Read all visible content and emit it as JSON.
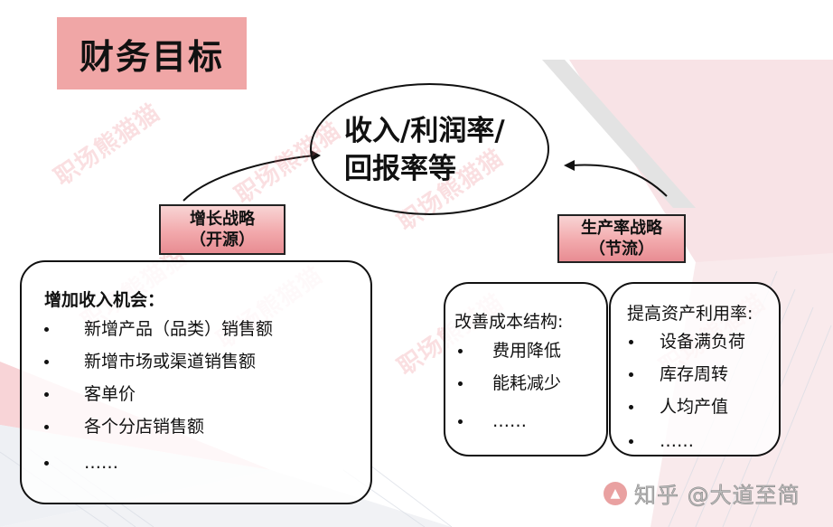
{
  "title": "财务目标",
  "goal": {
    "line1": "收入/利润率/",
    "line2": "回报率等"
  },
  "strategies": {
    "growth": {
      "line1": "增长战略",
      "line2": "（开源）"
    },
    "productivity": {
      "line1": "生产率战略",
      "line2": "（节流）"
    }
  },
  "cards": {
    "revenue": {
      "heading": "增加收入机会：",
      "items": [
        "新增产品（品类）销售额",
        "新增市场或渠道销售额",
        "客单价",
        "各个分店销售额",
        "……"
      ]
    },
    "cost": {
      "heading": "改善成本结构:",
      "items": [
        "费用降低",
        "能耗减少",
        "……"
      ]
    },
    "assets": {
      "heading": "提高资产利用率:",
      "items": [
        "设备满负荷",
        "库存周转",
        "人均产值",
        "……"
      ]
    }
  },
  "watermark": "职场熊猫猫",
  "footer": {
    "logo_icon": "zhihu-logo-icon",
    "text": "知乎 @大道至简"
  },
  "colors": {
    "title_bg": "#f0a6a6",
    "strategy_bg": "#f2a9ac",
    "bg_pink": "#f8e1e4",
    "bg_gray": "#e4e4e4"
  }
}
